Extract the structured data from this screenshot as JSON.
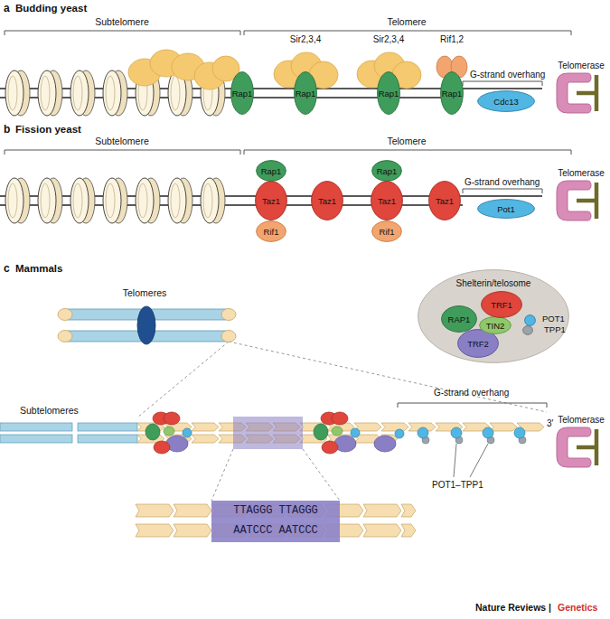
{
  "diagram": {
    "nodes": [
      {
        "text": [
          "Rap1"
        ]
      },
      {
        "text": [
          "Sir2,3,4"
        ]
      },
      {
        "text": [
          "Rap1"
        ]
      },
      {
        "text": [
          "Sir2,3,4"
        ]
      },
      {
        "text": [
          "Rap1"
        ]
      },
      {
        "text": [
          "Rif1,2"
        ]
      },
      {
        "text": [
          "Rap1"
        ]
      },
      {
        "text": [
          "Cdc13"
        ]
      },
      {
        "text": [
          "Telomerase"
        ]
      },
      {
        "text": [
          "Rap1"
        ]
      },
      {
        "text": [
          "Taz1"
        ]
      },
      {
        "text": [
          "Rif1"
        ]
      },
      {
        "text": [
          "Taz1"
        ]
      },
      {
        "text": [
          "Rap1"
        ]
      },
      {
        "text": [
          "Taz1"
        ]
      },
      {
        "text": [
          "Rif1"
        ]
      },
      {
        "text": [
          "Taz1"
        ]
      },
      {
        "text": [
          "Pot1"
        ]
      },
      {
        "text": [
          "Telomerase"
        ]
      },
      {
        "text": [
          "Shelterin/telosome"
        ]
      },
      {
        "text": [
          "TRF1"
        ],
        "in": 19
      },
      {
        "text": [
          "RAP1"
        ],
        "in": 19
      },
      {
        "text": [
          "TIN2"
        ],
        "in": 19
      },
      {
        "text": [
          "POT1"
        ],
        "in": 19
      },
      {
        "text": [
          "TPP1"
        ],
        "in": 19
      },
      {
        "text": [
          "TRF2"
        ],
        "in": 19
      },
      {
        "text": [
          "Telomerase"
        ]
      }
    ],
    "labels": [
      "a",
      "Budding yeast",
      "Subtelomere",
      "Telomere",
      "G-strand overhang",
      "b",
      "Fission yeast",
      "Subtelomere",
      "Telomere",
      "G-strand overhang",
      "c",
      "Mammals",
      "Telomeres",
      "Subtelomeres",
      "G-strand overhang",
      "3′",
      "POT1–TPP1",
      "TTAGGG TTAGGG",
      "AATCCC AATCCC",
      "Nature Reviews |",
      "Genetics"
    ]
  }
}
